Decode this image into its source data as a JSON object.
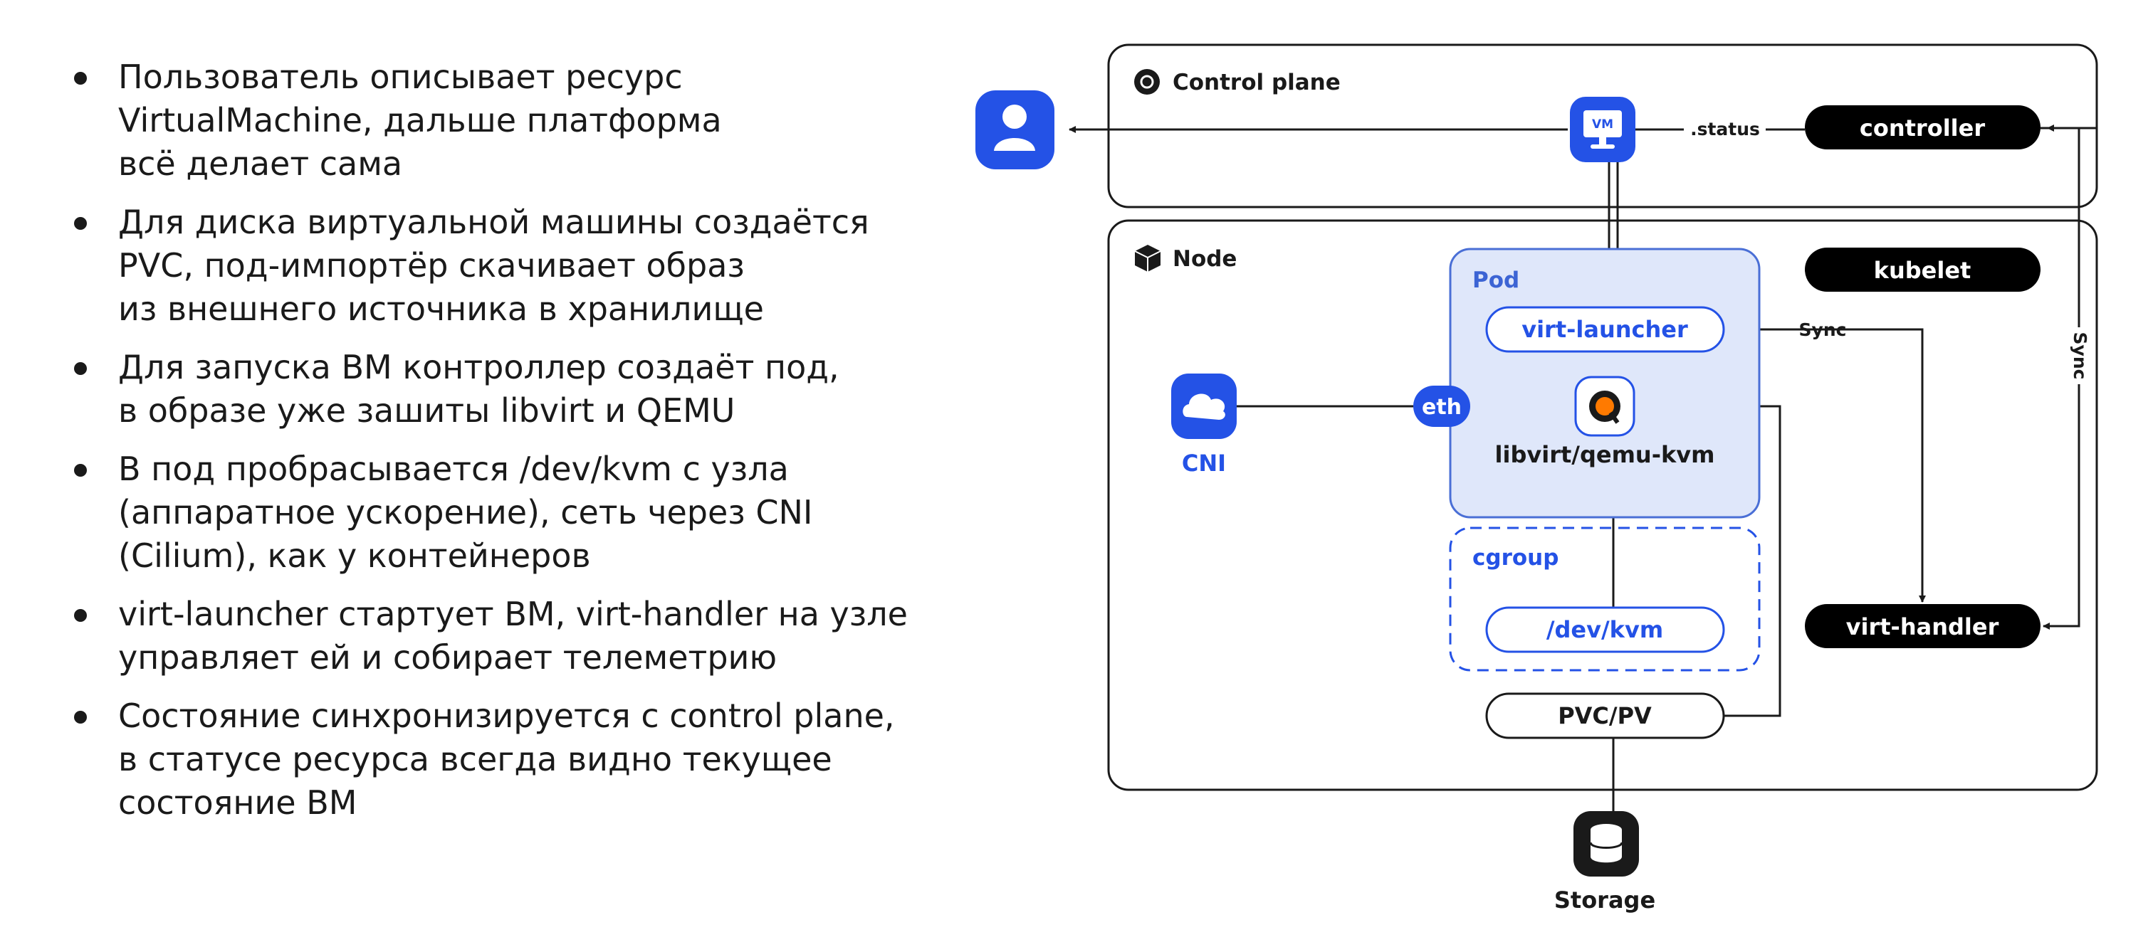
{
  "bullets": [
    {
      "lines": [
        "Пользователь описывает ресурс",
        "VirtualMachine, дальше платформа",
        "всё делает сама"
      ]
    },
    {
      "lines": [
        "Для диска виртуальной машины создаётся",
        "PVC, под-импортёр скачивает образ",
        "из внешнего источника в хранилище"
      ]
    },
    {
      "lines": [
        "Для запуска ВМ контроллер создаёт под,",
        "в образе уже зашиты libvirt и QEMU"
      ]
    },
    {
      "lines": [
        "В под пробрасывается /dev/kvm с узла",
        "(аппаратное ускорение), сеть через CNI",
        "(Cilium), как у контейнеров"
      ]
    },
    {
      "lines": [
        "virt-launcher стартует ВМ, virt-handler на узле",
        "управляет ей и собирает телеметрию"
      ]
    },
    {
      "lines": [
        "Состояние синхронизируется с control plane,",
        "в статусе ресурса всегда видно текущее",
        "состояние ВМ"
      ]
    }
  ],
  "diagram": {
    "control_plane": {
      "label": "Control plane",
      "icon": "kubernetes-icon"
    },
    "node": {
      "label": "Node",
      "icon": "cube-icon"
    },
    "user": {
      "icon": "user-icon"
    },
    "vm": {
      "label": "VM",
      "icon": "vm-monitor-icon"
    },
    "status_label": ".status",
    "controller": "controller",
    "kubelet": "kubelet",
    "pod": {
      "label": "Pod",
      "launcher": "virt-launcher",
      "process": "libvirt/qemu-kvm",
      "process_icon": "qemu-icon"
    },
    "sync_left": "Sync",
    "sync_right": "Sync",
    "eth": "eth",
    "cni": {
      "label": "CNI",
      "icon": "cloud-icon"
    },
    "cgroup": {
      "label": "cgroup",
      "device": "/dev/kvm"
    },
    "virt_handler": "virt-handler",
    "pvc": "PVC/PV",
    "storage": {
      "label": "Storage",
      "icon": "database-icon"
    },
    "colors": {
      "blue": "#2452e6",
      "pod_fill": "#dfe7fa",
      "pod_border": "#4a6fd6",
      "dark": "#000000",
      "line": "#1a1a1a"
    }
  }
}
